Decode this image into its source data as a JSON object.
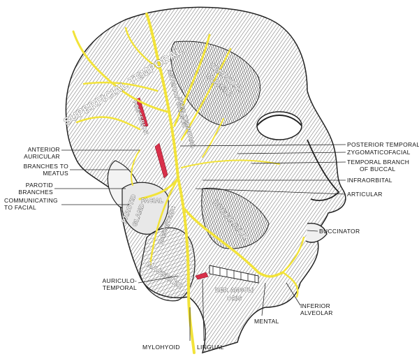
{
  "labels": {
    "superficial_temporal": "SUPERFICIAL TEMPORAL",
    "temporal_muscle_1": "TEMPORAL",
    "temporal_muscle_2": "MUSCLE",
    "posterior": "POSTERIOR",
    "anterior_branch": "ANTERIOR BRANCH",
    "deep_temporal": "DEEP TEMPORAL",
    "facial": "FACIAL",
    "parotid_gland_1": "PAROTID",
    "parotid_gland_2": "GLAND",
    "masseteric": "MASSETERIC",
    "buccinator_inner": "BUCCINATOR",
    "masseter": "MASSETER",
    "dep_anguli_oris_1": "DEP. ANGULI",
    "dep_anguli_oris_2": "ORIS",
    "anterior_auricular_1": "ANTERIOR",
    "anterior_auricular_2": "AURICULAR",
    "branches_to_meatus_1": "BRANCHES TO",
    "branches_to_meatus_2": "MEATUS",
    "parotid_branches_1": "PAROTID",
    "parotid_branches_2": "BRANCHES",
    "communicating_1": "COMMUNICATING",
    "communicating_2": "TO FACIAL",
    "posterior_temporal": "POSTERIOR TEMPORAL",
    "zygomaticofacial": "ZYGOMATICOFACIAL",
    "temporal_branch_1": "TEMPORAL BRANCH",
    "temporal_branch_2": "OF BUCCAL",
    "infraorbital": "INFRAORBITAL",
    "articular": "ARTICULAR",
    "buccinator": "BUCCINATOR",
    "auriculo_temporal_1": "AURICULO-",
    "auriculo_temporal_2": "TEMPORAL",
    "inferior_alveolar_1": "INFERIOR",
    "inferior_alveolar_2": "ALVEOLAR",
    "mental": "MENTAL",
    "mylohyoid": "MYLOHYOID",
    "lingual": "LINGUAL"
  },
  "colors": {
    "nerve": "#f2e33a",
    "artery": "#d9304a",
    "ink": "#1a1a1a"
  }
}
